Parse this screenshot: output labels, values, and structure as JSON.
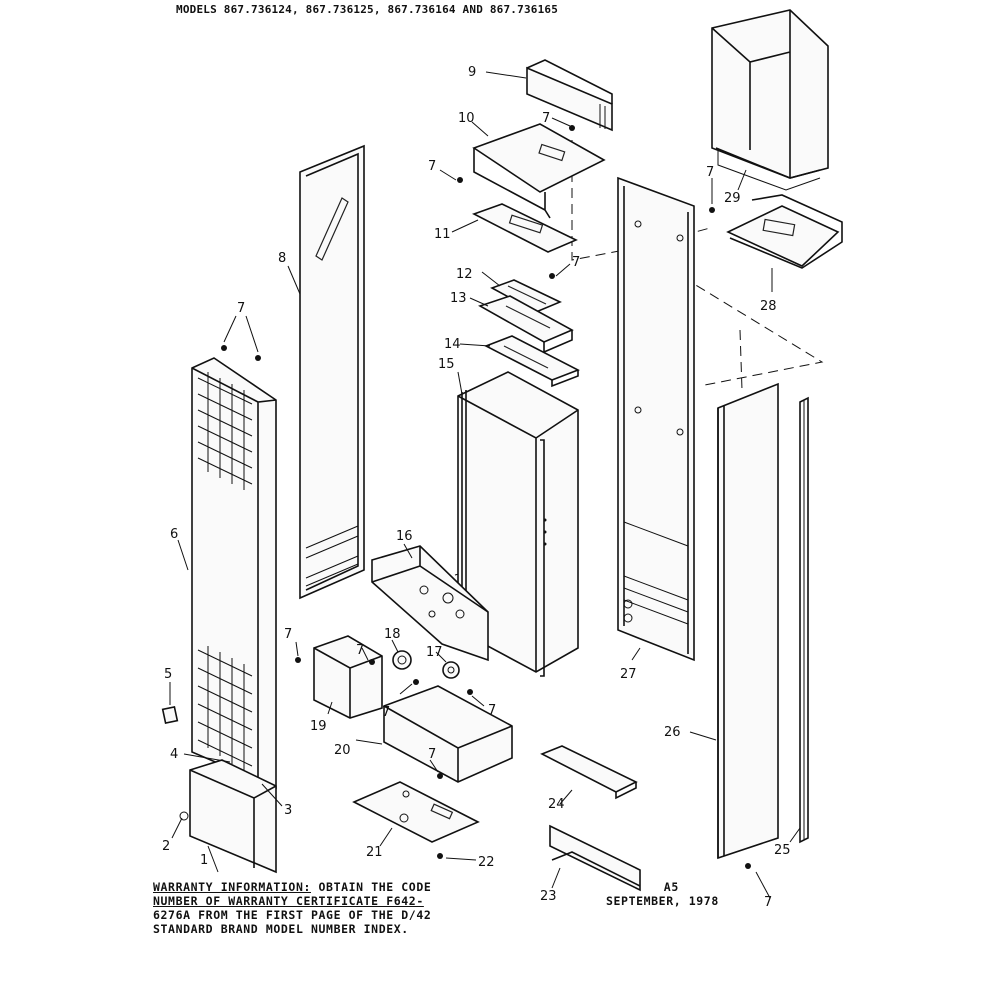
{
  "header": {
    "models_line": "MODELS 867.736124, 867.736125, 867.736164 AND 867.736165"
  },
  "warranty": {
    "heading": "WARRANTY INFORMATION:",
    "line1_rest": "  OBTAIN THE CODE",
    "line2": "NUMBER OF WARRANTY CERTIFICATE F642-",
    "line3": "6276A FROM THE FIRST PAGE OF THE D/42",
    "line4": "STANDARD BRAND MODEL NUMBER INDEX."
  },
  "stamp": {
    "code": "A5",
    "date": "SEPTEMBER, 1978"
  },
  "callouts": [
    "1",
    "2",
    "3",
    "4",
    "5",
    "6",
    "7",
    "8",
    "9",
    "10",
    "11",
    "12",
    "13",
    "14",
    "15",
    "16",
    "17",
    "18",
    "19",
    "20",
    "21",
    "22",
    "23",
    "24",
    "25",
    "26",
    "27",
    "28",
    "29"
  ]
}
